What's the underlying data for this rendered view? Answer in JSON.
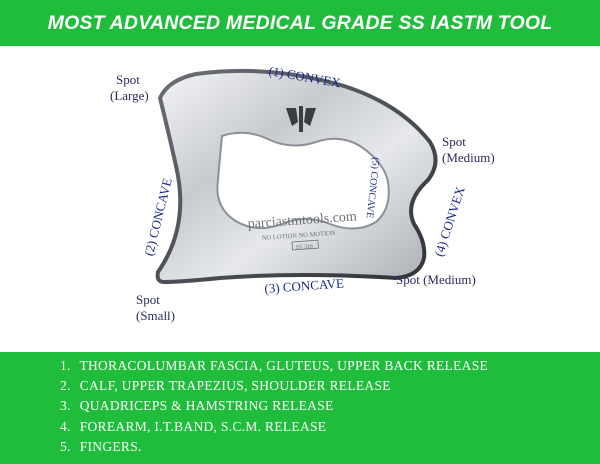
{
  "header": {
    "title": "MOST ADVANCED MEDICAL GRADE SS IASTM TOOL",
    "bg_color": "#1fbd3b"
  },
  "tool": {
    "edge_labels": {
      "convex_1": "(1) CONVEX",
      "concave_2": "(2) CONCAVE",
      "concave_3": "(3) CONCAVE",
      "convex_4": "(4) CONVEX",
      "concave_5": "(5) CONCAVE"
    },
    "spot_labels": {
      "large": [
        "Spot",
        "(Large)"
      ],
      "medium_top": [
        "Spot",
        "(Medium)"
      ],
      "medium_bottom": "Spot (Medium)",
      "small": [
        "Spot",
        "(Small)"
      ]
    },
    "engraving": {
      "brand": "parciastmtools.com",
      "tagline": "NO LOTION NO MOTION",
      "code": "SS 316"
    },
    "logo_icon": "hands-logo-icon"
  },
  "uses": [
    {
      "num": "1.",
      "text": "THORACOLUMBAR FASCIA, GLUTEUS, UPPER BACK RELEASE"
    },
    {
      "num": "2.",
      "text": "CALF, UPPER TRAPEZIUS, SHOULDER RELEASE"
    },
    {
      "num": "3.",
      "text": "QUADRICEPS & HAMSTRING RELEASE"
    },
    {
      "num": "4.",
      "text": "FOREARM, I.T.BAND, S.C.M. RELEASE"
    },
    {
      "num": "5.",
      "text": "FINGERS."
    }
  ]
}
